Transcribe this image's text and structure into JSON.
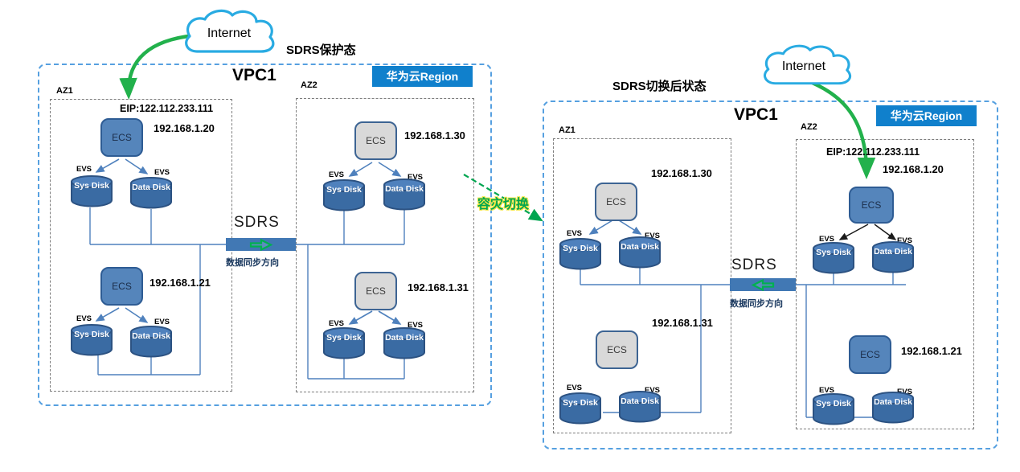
{
  "panels": {
    "left": {
      "title": "SDRS保护态",
      "vpc": "VPC1",
      "region": "华为云Region",
      "internet": "Internet",
      "az1": "AZ1",
      "az2": "AZ2",
      "eip": "EIP:122.112.233.111",
      "sdrs": "SDRS",
      "sync": "数据同步方向"
    },
    "right": {
      "title": "SDRS切换后状态",
      "vpc": "VPC1",
      "region": "华为云Region",
      "internet": "Internet",
      "az1": "AZ1",
      "az2": "AZ2",
      "eip": "EIP:122.112.233.111",
      "sdrs": "SDRS",
      "sync": "数据同步方向"
    }
  },
  "failover_label": "容灾切换",
  "nodes": [
    {
      "ecs": "ECS",
      "ip": "192.168.1.20",
      "evs": "EVS",
      "sys_disk": "Sys Disk",
      "data_disk": "Data Disk",
      "state": "active"
    },
    {
      "ecs": "ECS",
      "ip": "192.168.1.21",
      "evs": "EVS",
      "sys_disk": "Sys Disk",
      "data_disk": "Data Disk",
      "state": "active"
    },
    {
      "ecs": "ECS",
      "ip": "192.168.1.30",
      "evs": "EVS",
      "sys_disk": "Sys Disk",
      "data_disk": "Data Disk",
      "state": "standby"
    },
    {
      "ecs": "ECS",
      "ip": "192.168.1.31",
      "evs": "EVS",
      "sys_disk": "Sys Disk",
      "data_disk": "Data Disk",
      "state": "standby"
    },
    {
      "ecs": "ECS",
      "ip": "192.168.1.30",
      "evs": "EVS",
      "sys_disk": "Sys Disk",
      "data_disk": "Data Disk",
      "state": "standby"
    },
    {
      "ecs": "ECS",
      "ip": "192.168.1.31",
      "evs": "EVS",
      "sys_disk": "Sys Disk",
      "data_disk": "Data Disk",
      "state": "standby"
    },
    {
      "ecs": "ECS",
      "ip": "192.168.1.20",
      "evs": "EVS",
      "sys_disk": "Sys Disk",
      "data_disk": "Data Disk",
      "state": "active"
    },
    {
      "ecs": "ECS",
      "ip": "192.168.1.21",
      "evs": "EVS",
      "sys_disk": "Sys Disk",
      "data_disk": "Data Disk",
      "state": "active"
    }
  ],
  "colors": {
    "accent_green": "#22b14c",
    "ecs_blue": "#5585bb",
    "ecs_gray": "#d9d9d9",
    "disk_blue": "#3a6ba3",
    "bar_blue": "#4178b4",
    "badge_blue": "#1080cc",
    "vpc_border": "#56a0e0",
    "cloud_stroke": "#29abe2",
    "sync_text": "#17365d"
  }
}
